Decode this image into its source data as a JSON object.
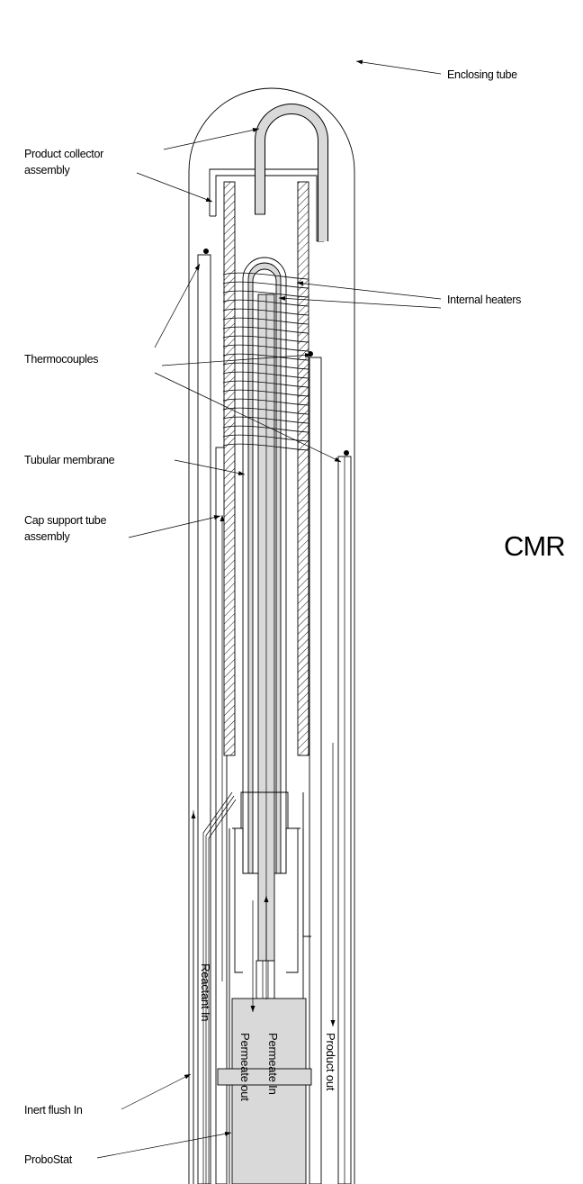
{
  "title": "CMR",
  "labels": {
    "enclosing_tube": "Enclosing tube",
    "product_collector_line1": "Product collector",
    "product_collector_line2": "assembly",
    "internal_heaters": "Internal heaters",
    "thermocouples": "Thermocouples",
    "tubular_membrane": "Tubular membrane",
    "cap_support_line1": "Cap support tube",
    "cap_support_line2": "assembly",
    "inert_flush_in": "Inert flush In",
    "probostat": "ProboStat"
  },
  "flow_labels": {
    "reactant_in": "Reactant In",
    "permeate_in": "Permeate In",
    "permeate_out": "Permeate out",
    "product_out": "Product out"
  }
}
